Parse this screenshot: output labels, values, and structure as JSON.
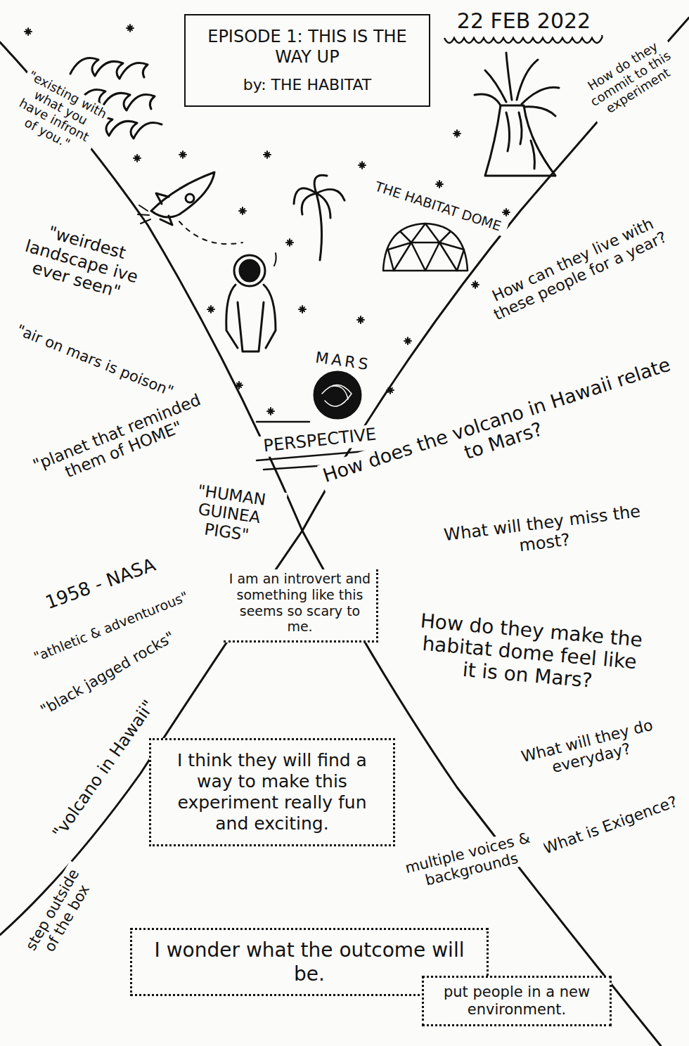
{
  "diagram": {
    "nodes": [
      {
        "text": [
          "EPISODE 1: THIS IS THE WAY UP",
          "by: THE HABITAT"
        ]
      },
      {
        "text": [
          "22 FEB 2022"
        ]
      },
      {
        "text": [
          "I am an introvert and something like this seems so scary to me."
        ]
      },
      {
        "text": [
          "I think they will find a way to make this experiment really fun and exciting."
        ]
      },
      {
        "text": [
          "I wonder what the outcome will be."
        ]
      },
      {
        "text": [
          "put people in a new environment."
        ]
      }
    ],
    "labels": [
      "THE HABITAT DOME",
      "MARS",
      "PERSPECTIVE",
      "\"existing with what you have infront of you.\"",
      "\"weirdest landscape ive ever seen\"",
      "\"air on mars is poison\"",
      "\"planet that reminded them of HOME\"",
      "\"HUMAN GUINEA PIGS\"",
      "1958 - NASA",
      "\"athletic & adventurous\"",
      "\"black jagged rocks\"",
      "\"volcano in Hawaii\"",
      "step outside of the box",
      "How do they commit to this experiment",
      "How can they live with these people for a year?",
      "How does the volcano in Hawaii relate to Mars?",
      "What will they miss the most?",
      "How do they make the habitat dome feel like it is on Mars?",
      "What will they do everyday?",
      "What is Exigence?",
      "multiple voices & backgrounds"
    ]
  }
}
